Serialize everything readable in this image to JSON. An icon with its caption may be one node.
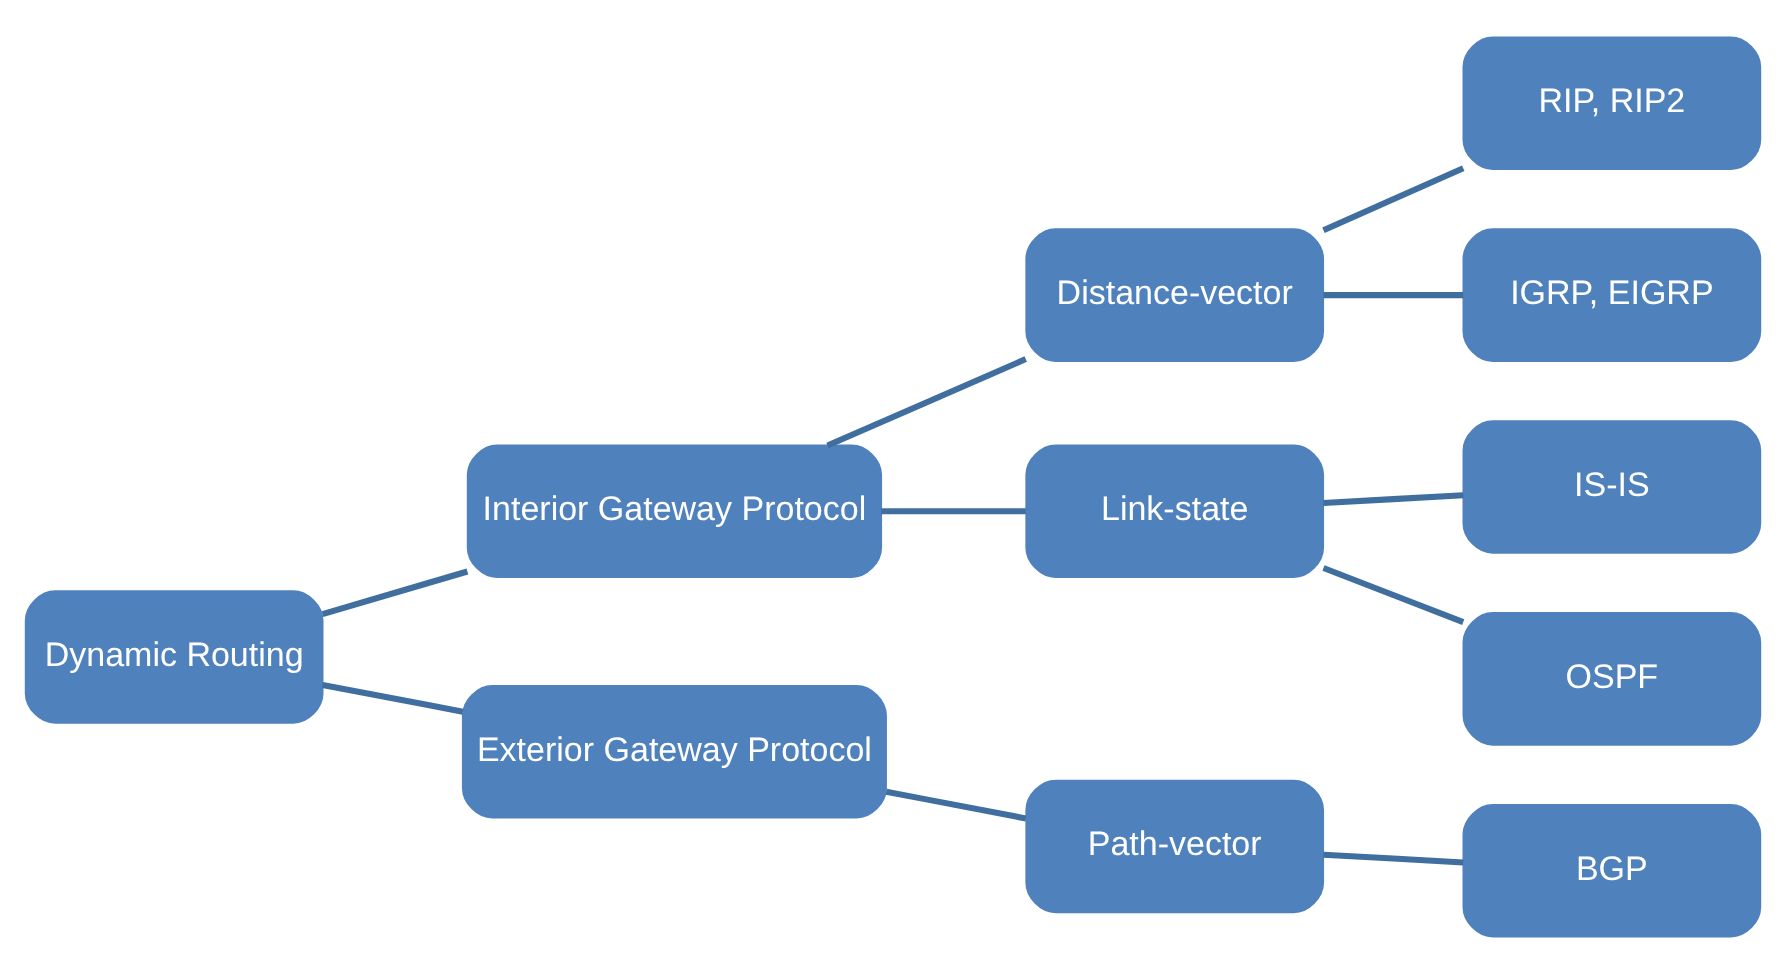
{
  "diagram": {
    "nodes": [
      {
        "text": [
          "Dynamic Routing"
        ]
      },
      {
        "text": [
          "Interior Gateway Protocol"
        ]
      },
      {
        "text": [
          "Exterior Gateway Protocol"
        ]
      },
      {
        "text": [
          "Distance-vector"
        ]
      },
      {
        "text": [
          "Link-state"
        ]
      },
      {
        "text": [
          "Path-vector"
        ]
      },
      {
        "text": [
          "RIP, RIP2"
        ]
      },
      {
        "text": [
          "IGRP, EIGRP"
        ]
      },
      {
        "text": [
          "IS-IS"
        ]
      },
      {
        "text": [
          "OSPF"
        ]
      },
      {
        "text": [
          "BGP"
        ]
      }
    ],
    "edges": [
      {
        "from": 0,
        "to": 1,
        "arrow": "none"
      },
      {
        "from": 0,
        "to": 2,
        "arrow": "none"
      },
      {
        "from": 1,
        "to": 3,
        "arrow": "none"
      },
      {
        "from": 1,
        "to": 4,
        "arrow": "none"
      },
      {
        "from": 2,
        "to": 5,
        "arrow": "none"
      },
      {
        "from": 3,
        "to": 6,
        "arrow": "none"
      },
      {
        "from": 3,
        "to": 7,
        "arrow": "none"
      },
      {
        "from": 4,
        "to": 8,
        "arrow": "none"
      },
      {
        "from": 4,
        "to": 9,
        "arrow": "none"
      },
      {
        "from": 5,
        "to": 10,
        "arrow": "none"
      }
    ]
  }
}
